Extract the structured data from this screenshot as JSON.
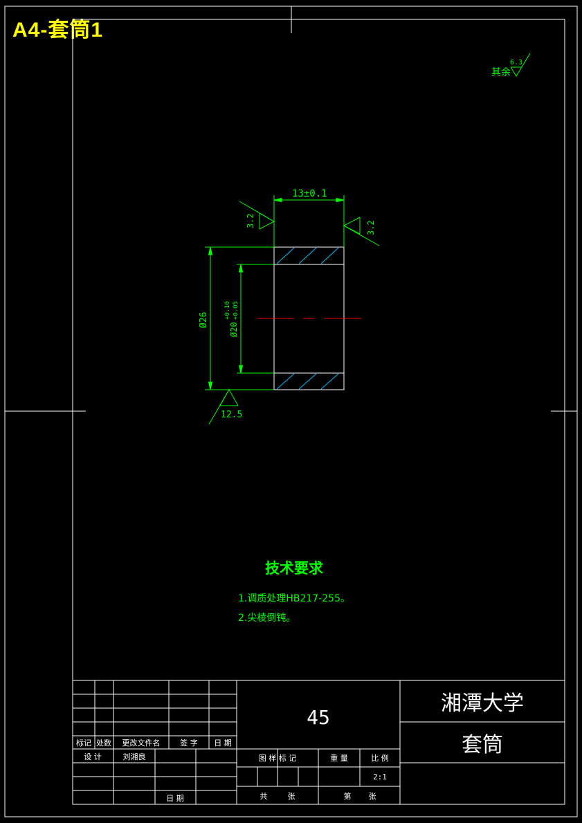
{
  "header": {
    "sheet_label": "A4-套筒1"
  },
  "roughness": {
    "other_prefix": "其余",
    "other_value": "6.3",
    "left_face": "3.2",
    "right_face": "3.2",
    "outer_surface": "12.5"
  },
  "dimensions": {
    "length": "13±0.1",
    "outer_diameter": "Ø26",
    "inner_diameter": "Ø20",
    "inner_upper_dev": "+0.10",
    "inner_lower_dev": "+0.05"
  },
  "tech_requirements": {
    "title": "技术要求",
    "items": [
      "1.调质处理HB217-255。",
      "2.尖棱倒钝。"
    ]
  },
  "title_block": {
    "material": "45",
    "institution": "湘潭大学",
    "part_name": "套筒",
    "labels": {
      "mark": "标记",
      "count": "处数",
      "change_doc": "更改文件名",
      "signature": "签 字",
      "date": "日 期",
      "design": "设 计",
      "drawing_mark": "图 样 标 记",
      "weight": "重 量",
      "scale": "比 例",
      "total": "共",
      "sheets": "张",
      "sheet_no": "第",
      "sheet_unit": "张",
      "date2": "日 期"
    },
    "designer": "刘湘良",
    "scale_value": "2:1"
  },
  "colors": {
    "background": "#000000",
    "frame": "#ffffff",
    "dimension": "#00ff00",
    "hatch": "#00bfff",
    "centerline": "#ff0000",
    "header": "#ffff00"
  }
}
